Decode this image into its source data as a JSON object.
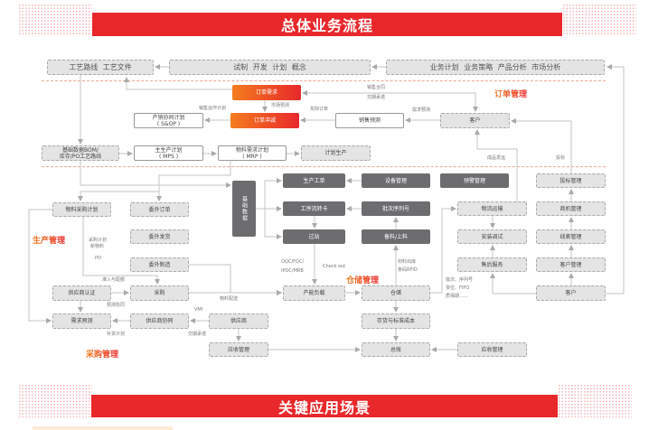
{
  "titles": {
    "top": "总体业务流程",
    "bottom": "关键应用场景"
  },
  "sections": {
    "order": "订单管理",
    "production": "生产管理",
    "warehouse": "仓储管理",
    "purchase": "采购管理"
  },
  "top_row": {
    "process": "工艺路线  工艺文件",
    "dev": "试制  开发  计划  概念",
    "biz": "业务计划  业务策略  产品分析  市场分析"
  },
  "order": {
    "demand": "订单需求",
    "offset": "订单冲减",
    "sop": "产销协同计划\n( S&OP )",
    "forecast": "销售预测",
    "customer": "客户"
  },
  "plan": {
    "base": "基础数据BOM/\n库存/PO工艺路线",
    "mps": "主生产计划\n( MPS )",
    "mrp": "物料需求计划\n( MRP )",
    "prod": "计划生产"
  },
  "prod": {
    "mat_plan": "物料采购计划",
    "out_order": "委外订单",
    "out_ship": "委外发货",
    "out_make": "委外制造",
    "base_data": "基础数据",
    "work_order": "生产工单",
    "equip": "设备管理",
    "route_card": "工序流转卡",
    "batch": "批次序列号",
    "station": "过站",
    "feed": "备料/上料",
    "alert": "预警管理"
  },
  "crm": {
    "bid": "投标管理",
    "logistics": "物流运输",
    "install": "安装调试",
    "after": "售后服务",
    "opp": "商机管理",
    "lead": "线索管理",
    "cust_mgmt": "客户管理",
    "customer": "客户"
  },
  "bottom": {
    "cert": "供应商认证",
    "purchase": "采购",
    "capacity": "产能负载",
    "warehouse": "仓储",
    "demand_fc": "需求预测",
    "collab": "供应商协同",
    "supplier": "供应商",
    "ap": "应收管理",
    "inventory": "存货与标准成本",
    "ledger": "总账",
    "ar": "应收管理"
  },
  "labels": {
    "contract": "销售合同",
    "delivery": "交期承诺",
    "demand_fc": "需求预测",
    "actual": "实际订单",
    "market": "市场预测",
    "sales_op": "销售运作计划",
    "shipped": "成品发运",
    "bid": "投标",
    "pp1": "采购计划",
    "pp2": "新物料",
    "po": "PO",
    "qc1": "OQC/FQC/",
    "qc2": "IPOC/MRB",
    "checkout": "Check out",
    "out1": "材料出库",
    "out2": "条码RFID",
    "wh1": "批次、序列号",
    "wh2": "货位、FIFO",
    "wh3": "质保期......",
    "quota": "准入与配额",
    "dist": "物料配送",
    "fc_collab": "预测协同",
    "vmi": "VMI",
    "replen": "补货计划",
    "promise": "交期承诺"
  }
}
